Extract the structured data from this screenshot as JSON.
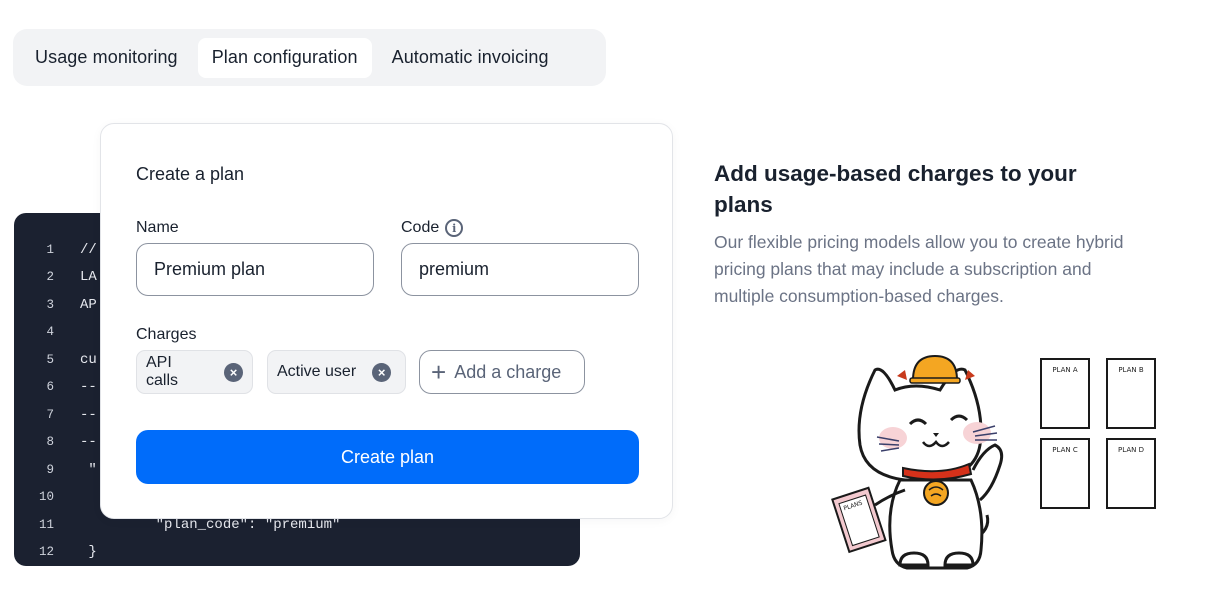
{
  "tabs": [
    {
      "label": "Usage monitoring",
      "active": false
    },
    {
      "label": "Plan configuration",
      "active": true
    },
    {
      "label": "Automatic invoicing",
      "active": false
    }
  ],
  "code": {
    "lines": [
      {
        "n": "1",
        "text": "//"
      },
      {
        "n": "2",
        "text": "LA"
      },
      {
        "n": "3",
        "text": "AP"
      },
      {
        "n": "4",
        "text": ""
      },
      {
        "n": "5",
        "text": "cu"
      },
      {
        "n": "6",
        "text": "--"
      },
      {
        "n": "7",
        "text": "--"
      },
      {
        "n": "8",
        "text": "--"
      },
      {
        "n": "9",
        "text": " \""
      },
      {
        "n": "10",
        "text": ""
      },
      {
        "n": "11",
        "text": "         \"plan_code\": \"premium\""
      },
      {
        "n": "12",
        "text": " }"
      }
    ]
  },
  "modal": {
    "title": "Create a plan",
    "name_label": "Name",
    "name_value": "Premium plan",
    "code_label": "Code",
    "code_info_icon": "i",
    "code_value": "premium",
    "charges_label": "Charges",
    "charges": [
      {
        "label": "API calls",
        "remove_icon": "×"
      },
      {
        "label": "Active user",
        "remove_icon": "×"
      }
    ],
    "add_charge_icon": "+",
    "add_charge_label": "Add a charge",
    "submit_label": "Create plan"
  },
  "feature": {
    "heading": "Add usage-based charges to your plans",
    "description": "Our flexible pricing models allow you to create hybrid pricing plans that may include a subscription and multiple consumption-based charges."
  },
  "illustration": {
    "clipboard_label": "PLANS",
    "plan_cards": [
      "PLAN A",
      "PLAN B",
      "PLAN C",
      "PLAN D"
    ]
  },
  "colors": {
    "primary": "#006cfa",
    "code_bg": "#1b2130",
    "tab_bg": "#f2f3f5"
  }
}
